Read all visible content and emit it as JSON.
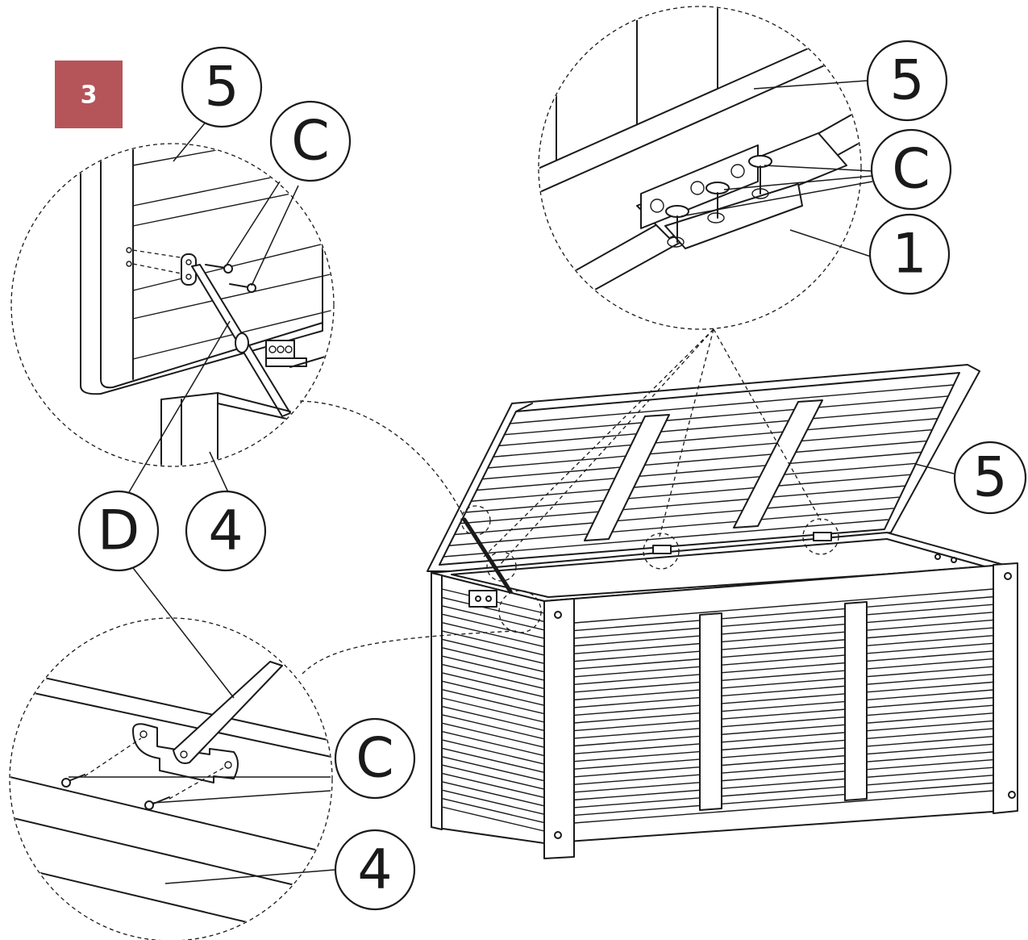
{
  "step": {
    "number": "3",
    "color": "#b5555a"
  },
  "callouts": {
    "top_left_lid": "5",
    "top_left_screws": "C",
    "top_right_lid": "5",
    "top_right_screws": "C",
    "top_right_frame": "1",
    "main_lid": "5",
    "gas_strut": "D",
    "side_panel_upper": "4",
    "bottom_screws": "C",
    "side_panel_lower": "4"
  }
}
